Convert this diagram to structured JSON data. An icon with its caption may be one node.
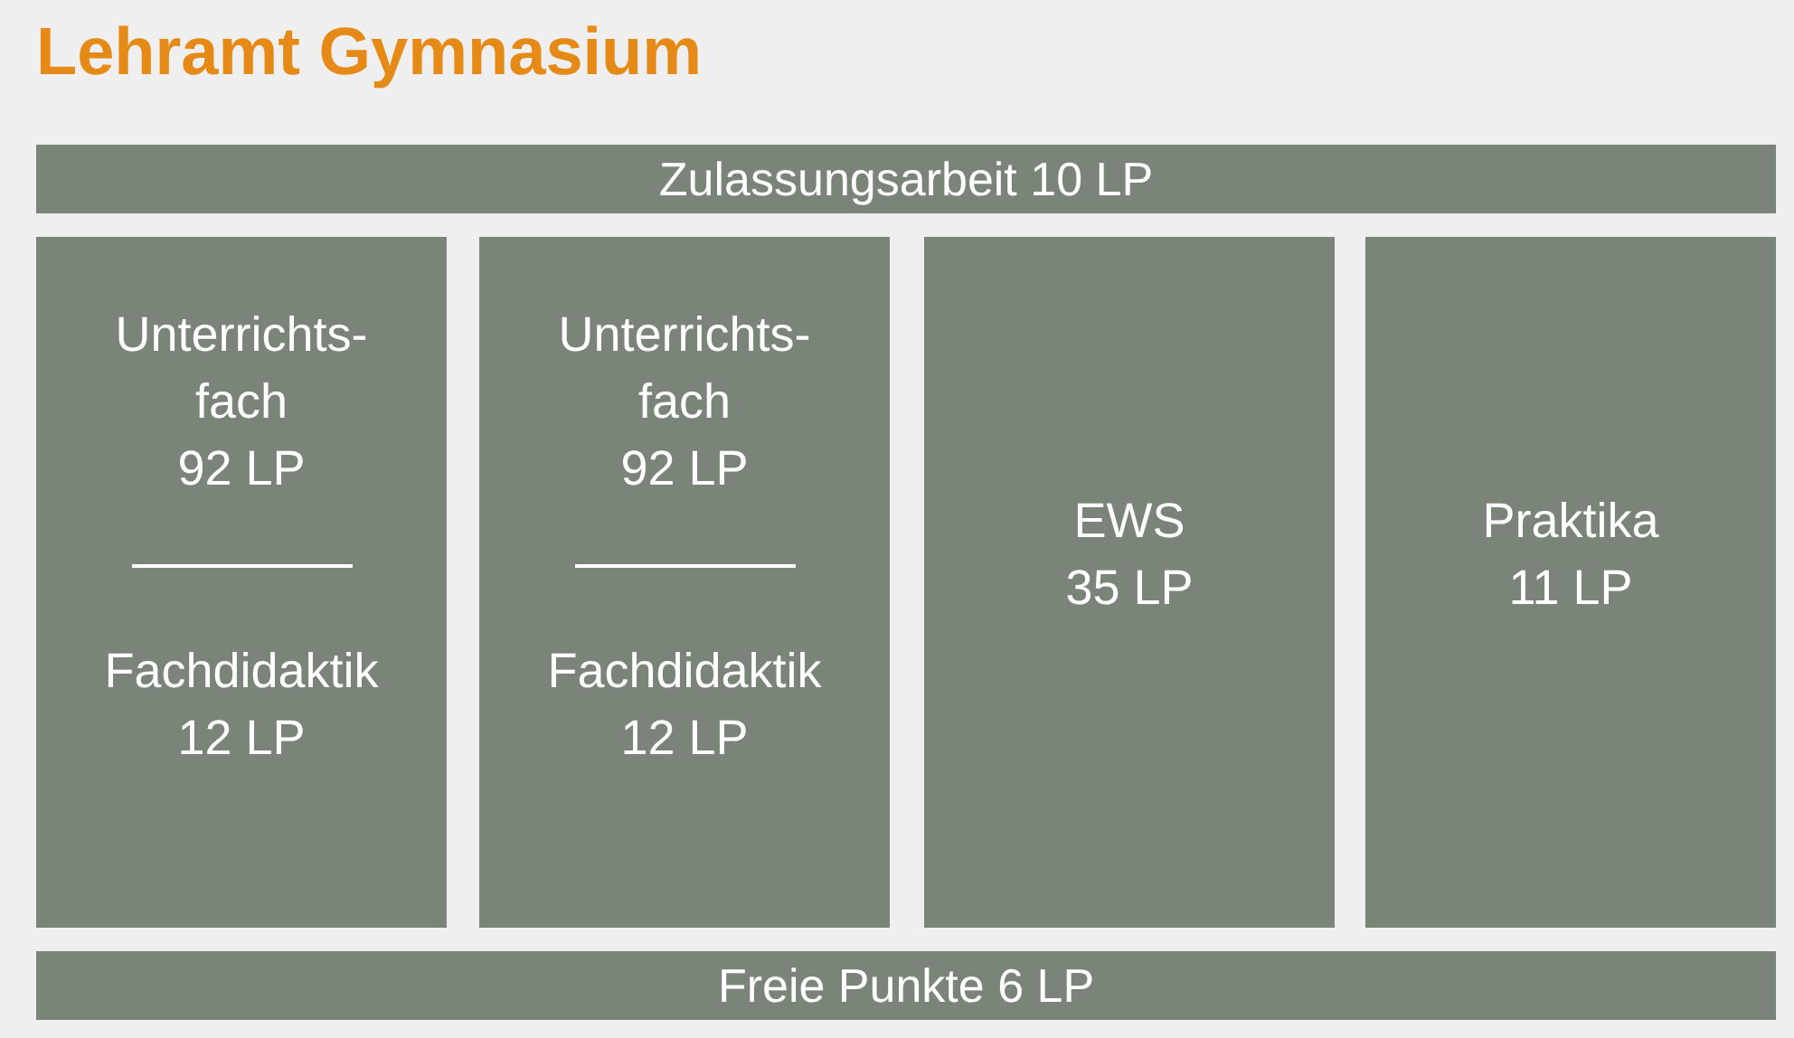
{
  "diagram": {
    "title": "Lehramt Gymnasium",
    "nodes": [
      {
        "text": [
          "Zulassungsarbeit 10 LP"
        ]
      },
      {
        "text": [
          "Unterrichts-fach",
          "92 LP",
          "Fachdidaktik",
          "12 LP"
        ]
      },
      {
        "text": [
          "Unterrichts-fach",
          "92 LP",
          "Fachdidaktik",
          "12 LP"
        ]
      },
      {
        "text": [
          "EWS",
          "35 LP"
        ]
      },
      {
        "text": [
          "Praktika",
          "11 LP"
        ]
      },
      {
        "text": [
          "Freie Punkte 6 LP"
        ]
      }
    ]
  }
}
